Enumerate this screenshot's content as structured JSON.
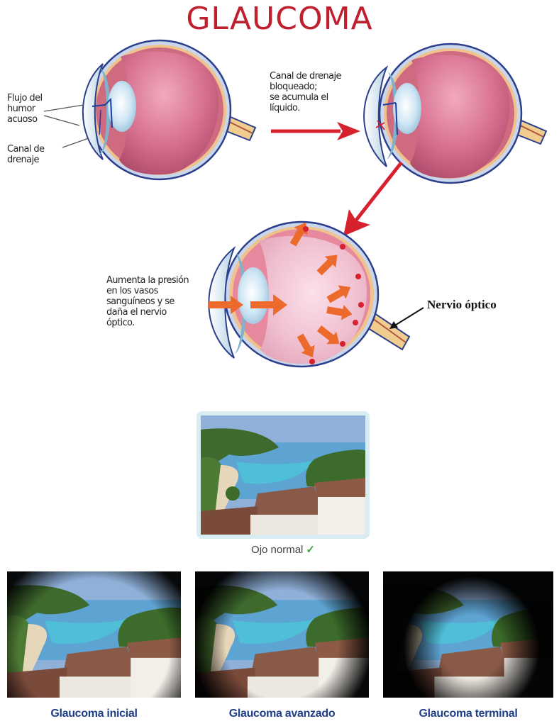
{
  "title": "GLAUCOMA",
  "diagram": {
    "eye_normal": {
      "labels": [
        {
          "text_lines": [
            "Flujo del",
            "humor",
            "acuoso"
          ]
        },
        {
          "text_lines": [
            "Canal de",
            "drenaje"
          ]
        }
      ]
    },
    "eye_blocked": {
      "label_lines": [
        "Canal de drenaje",
        "bloqueado;",
        "se acumula el",
        "líquido."
      ]
    },
    "eye_pressure": {
      "label_lines": [
        "Aumenta la presión",
        "en los vasos",
        "sanguíneos y se",
        "daña el nervio",
        "óptico."
      ],
      "nerve_label": "Nervio óptico"
    },
    "colors": {
      "title_red": "#c0202e",
      "arrow_red": "#d7212e",
      "pressure_arrow_orange": "#ec6a2c",
      "vitreous_pink": "#c85a78",
      "outline_blue": "#2c3f8c",
      "optic_nerve": "#f0cd8e"
    }
  },
  "vision": {
    "normal": {
      "caption": "Ojo normal",
      "check": "✓"
    },
    "stages": [
      {
        "caption": "Glaucoma inicial",
        "vignette": "light"
      },
      {
        "caption": "Glaucoma avanzado",
        "vignette": "medium"
      },
      {
        "caption": "Glaucoma terminal",
        "vignette": "heavy"
      }
    ],
    "caption_color": "#1f3f8a"
  }
}
